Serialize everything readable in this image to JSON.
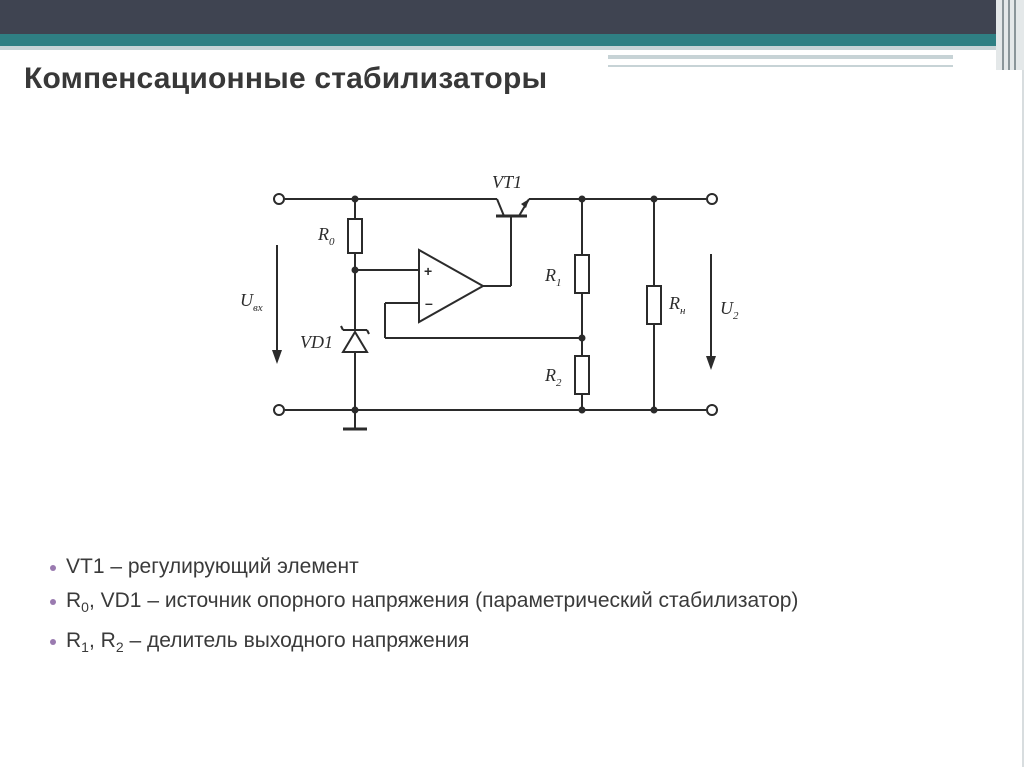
{
  "slide": {
    "title": "Компенсационные стабилизаторы"
  },
  "circuit": {
    "labels": {
      "vt1": "VT1",
      "r0_main": "R",
      "r0_sub": "0",
      "r1_main": "R",
      "r1_sub": "1",
      "r2_main": "R",
      "r2_sub": "2",
      "rn_main": "R",
      "rn_sub": "н",
      "uin_main": "U",
      "uin_sub": "вх",
      "u2_main": "U",
      "u2_sub": "2",
      "vd1": "VD1",
      "plus": "+",
      "minus": "–"
    }
  },
  "bullets": [
    {
      "text": "VT1 – регулирующий элемент"
    },
    {
      "a": "R",
      "a_sub": "0",
      "rest": ", VD1 – источник опорного напряжения (параметрический стабилизатор)"
    },
    {
      "a": "R",
      "a_sub": "1",
      "mid": ", R",
      "b_sub": "2",
      "rest": " – делитель выходного напряжения"
    }
  ],
  "colors": {
    "top_band": "#3f4451",
    "accent_teal": "#2f7f83",
    "bullet_dot": "#9a7ab0"
  }
}
